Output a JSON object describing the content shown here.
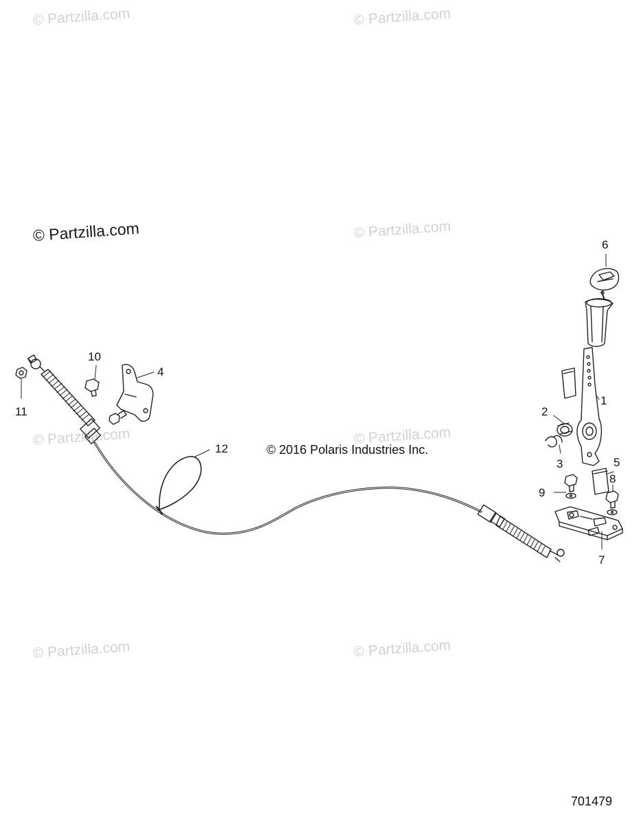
{
  "watermark": "© Partzilla.com",
  "copyright": "© 2016 Polaris Industries Inc.",
  "diagram_id": "701479",
  "callouts": [
    "1",
    "2",
    "3",
    "4",
    "5",
    "6",
    "7",
    "8",
    "9",
    "10",
    "11",
    "12"
  ]
}
